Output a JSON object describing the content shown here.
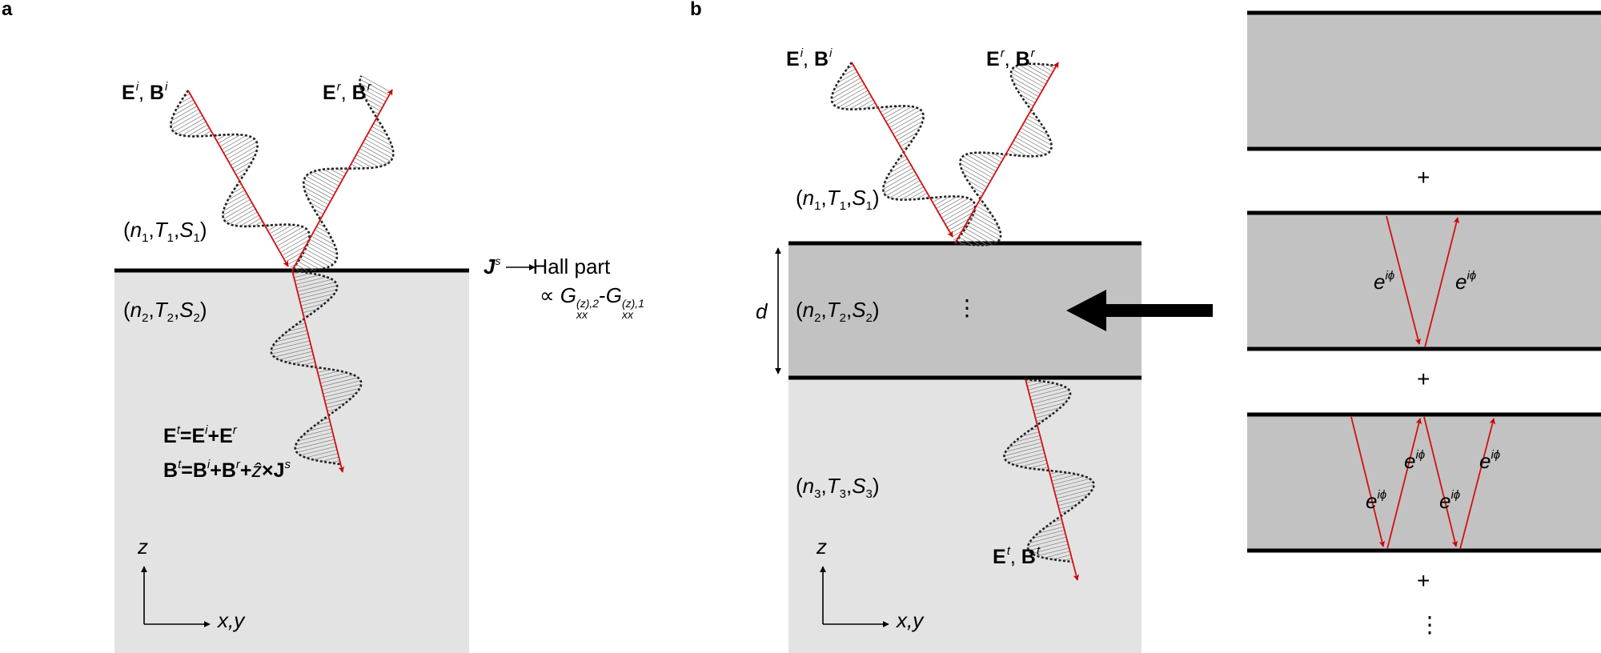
{
  "panels": [
    {
      "letter": "a"
    },
    {
      "letter": "b"
    }
  ],
  "panel_a": {
    "incident_label": {
      "E": "E",
      "E_sup": "i",
      "sep": ", ",
      "B": "B",
      "B_sup": "i"
    },
    "reflected_label": {
      "E": "E",
      "E_sup": "r",
      "sep": ", ",
      "B": "B",
      "B_sup": "r"
    },
    "medium1": {
      "open": "(",
      "n": "n",
      "n_sub": "1",
      "T": "T",
      "T_sub": "1",
      "S": "S",
      "S_sub": "1",
      "close": ")"
    },
    "medium2": {
      "open": "(",
      "n": "n",
      "n_sub": "2",
      "T": "T",
      "T_sub": "2",
      "S": "S",
      "S_sub": "2",
      "close": ")"
    },
    "eq1": {
      "a": "E",
      "a_sup": "t",
      "b": "=E",
      "b_sup": "i",
      "c": "+E",
      "c_sup": "r"
    },
    "eq2": {
      "a": "B",
      "a_sup": "t",
      "b": "=B",
      "b_sup": "i",
      "c": "+B",
      "c_sup": "r",
      "d": "+",
      "zhat": "ẑ",
      "e": "×J",
      "e_sup": "s"
    },
    "axis_z": "z",
    "axis_xy": "x,y",
    "hall": {
      "J": "J",
      "J_sup": "s",
      "text": "Hall part"
    },
    "prop": {
      "sym": "∝ ",
      "G1": "G",
      "G1_sup": "(z),2",
      "G1_sub": "xx",
      "dash": "-",
      "G2": "G",
      "G2_sup": "(z),1",
      "G2_sub": "xx"
    }
  },
  "panel_b": {
    "incident_label": {
      "E": "E",
      "E_sup": "i",
      "sep": ", ",
      "B": "B",
      "B_sup": "i"
    },
    "reflected_label": {
      "E": "E",
      "E_sup": "r",
      "sep": ", ",
      "B": "B",
      "B_sup": "r"
    },
    "transmitted_label": {
      "E": "E",
      "E_sup": "t",
      "sep": ", ",
      "B": "B",
      "B_sup": "t"
    },
    "medium1": {
      "open": "(",
      "n": "n",
      "n_sub": "1",
      "T": "T",
      "T_sub": "1",
      "S": "S",
      "S_sub": "1",
      "close": ")"
    },
    "medium2": {
      "open": "(",
      "n": "n",
      "n_sub": "2",
      "T": "T",
      "T_sub": "2",
      "S": "S",
      "S_sub": "2",
      "close": ")"
    },
    "medium3": {
      "open": "(",
      "n": "n",
      "n_sub": "3",
      "T": "T",
      "T_sub": "3",
      "S": "S",
      "S_sub": "3",
      "close": ")"
    },
    "thickness": "d",
    "vdots": "⋮",
    "axis_z": "z",
    "axis_xy": "x,y",
    "expansion": {
      "plus": "+",
      "vdots": "⋮",
      "phase_base": "e",
      "phase_sup": "iϕ"
    }
  },
  "colors": {
    "interface_line": "#000000",
    "medium_light": "#e3e3e3",
    "medium_dark": "#c2c2c2",
    "ray_red": "#d41010",
    "arrowhead_red": "#c80000",
    "wave_hatch": "#8a8a8a"
  }
}
